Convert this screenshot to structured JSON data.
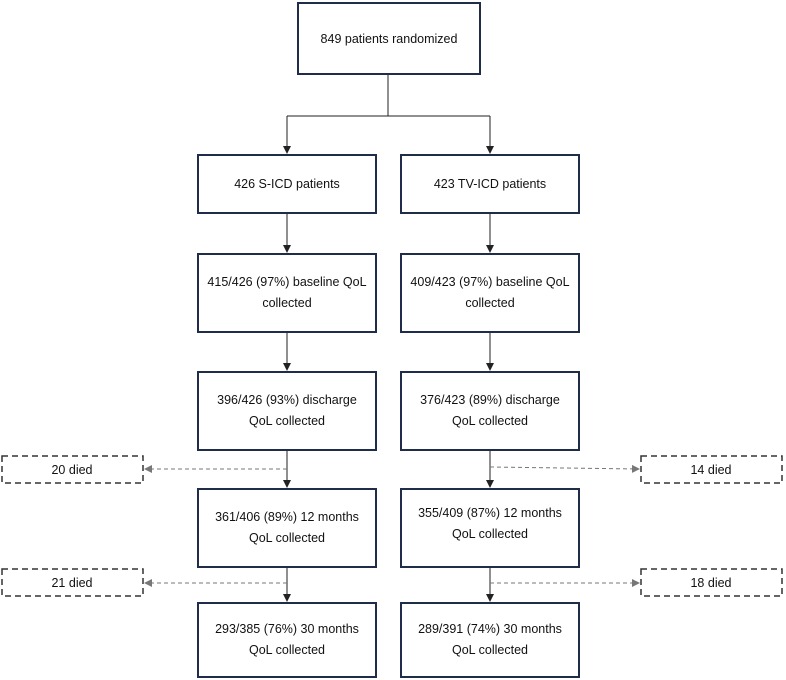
{
  "colors": {
    "box_border": "#1f2d4a",
    "arrow_solid": "#222222",
    "arrow_dashed": "#888888",
    "side_border": "#333333"
  },
  "root": {
    "line1": "849 patients randomized"
  },
  "left": {
    "group": {
      "line1": "426 S-ICD patients"
    },
    "baseline": {
      "line1": "415/426 (97%) baseline QoL",
      "line2": "collected"
    },
    "discharge": {
      "line1": "396/426 (93%) discharge",
      "line2": "QoL collected"
    },
    "months12": {
      "line1": "361/406 (89%) 12 months",
      "line2": "QoL collected"
    },
    "months30": {
      "line1": "293/385 (76%) 30 months",
      "line2": "QoL collected"
    },
    "died_1": "20 died",
    "died_2": "21 died"
  },
  "right": {
    "group": {
      "line1": "423 TV-ICD patients"
    },
    "baseline": {
      "line1": "409/423 (97%) baseline QoL",
      "line2": "collected"
    },
    "discharge": {
      "line1": "376/423 (89%) discharge",
      "line2": "QoL collected"
    },
    "months12": {
      "line1": "355/409 (87%) 12 months",
      "line2": "QoL collected"
    },
    "months30": {
      "line1": "289/391 (74%) 30 months",
      "line2": "QoL collected"
    },
    "died_1": "14 died",
    "died_2": "18 died"
  }
}
